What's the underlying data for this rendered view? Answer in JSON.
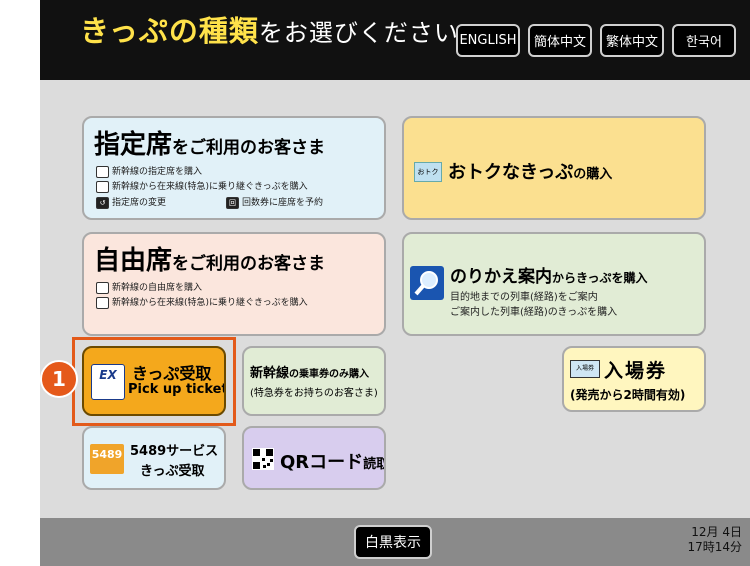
{
  "header": {
    "title_strong": "きっぷの種類",
    "title_rest": "をお選びください",
    "languages": [
      "ENGLISH",
      "簡体中文",
      "繁体中文",
      "한국어"
    ]
  },
  "reserved": {
    "big": "指定席",
    "suffix": "をご利用のお客さま",
    "lines": [
      "新幹線の指定席を購入",
      "新幹線から在来線(特急)に乗り継ぐきっぷを購入",
      "指定席の変更",
      "回数券に座席を予約"
    ]
  },
  "unreserved": {
    "big": "自由席",
    "suffix": "をご利用のお客さま",
    "lines": [
      "新幹線の自由席を購入",
      "新幹線から在来線(特急)に乗り継ぐきっぷを購入"
    ]
  },
  "otoku": {
    "icon_text": "おトク",
    "main": "おトクなきっぷ",
    "suffix": "の購入"
  },
  "norikae": {
    "main": "のりかえ案内",
    "suffix": "からきっぷを購入",
    "lines": [
      "目的地までの列車(経路)をご案内",
      "ご案内した列車(経路)のきっぷを購入"
    ]
  },
  "pickup": {
    "icon_text": "EX",
    "jp": "きっぷ受取",
    "en": "Pick up ticket"
  },
  "shinkansen_only": {
    "main": "新幹線",
    "main2": "の乗車券",
    "suffix": "のみ購入",
    "sub": "(特急券をお持ちのお客さま)"
  },
  "platform": {
    "icon_text": "入場券",
    "main": "入場券",
    "sub": "(発売から2時間有効)"
  },
  "s5489": {
    "icon_text": "5489",
    "line1": "5489サービス",
    "line2": "きっぷ受取"
  },
  "qr": {
    "main": "QRコード",
    "suffix": "読取"
  },
  "footer": {
    "bw_label": "白黒表示",
    "date": "12月 4日",
    "time": "17時14分"
  },
  "annotation": {
    "step": "1"
  }
}
